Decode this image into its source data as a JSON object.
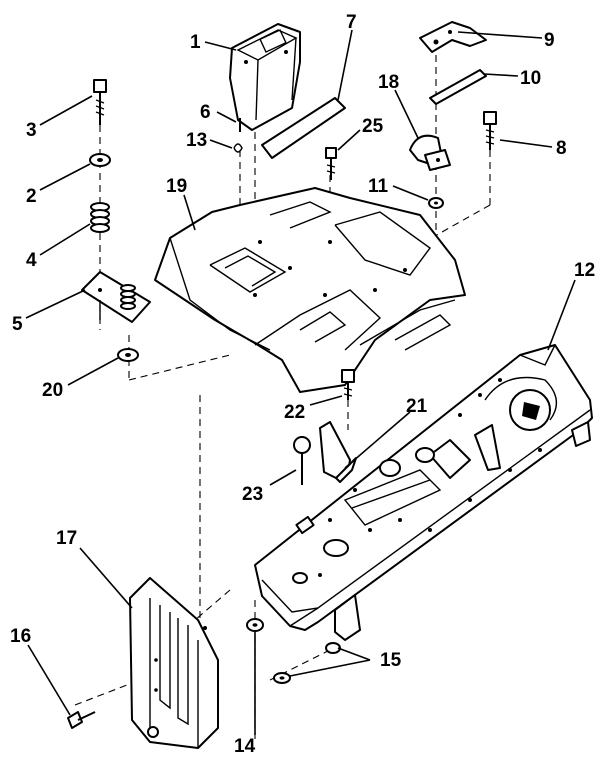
{
  "labels": {
    "p1": "1",
    "p2": "2",
    "p3": "3",
    "p4": "4",
    "p5": "5",
    "p6": "6",
    "p7": "7",
    "p8": "8",
    "p9": "9",
    "p10": "10",
    "p11": "11",
    "p12": "12",
    "p13": "13",
    "p14": "14",
    "p15": "15",
    "p16": "16",
    "p17": "17",
    "p18": "18",
    "p19": "19",
    "p20": "20",
    "p21": "21",
    "p22": "22",
    "p23": "23",
    "p25": "25"
  }
}
